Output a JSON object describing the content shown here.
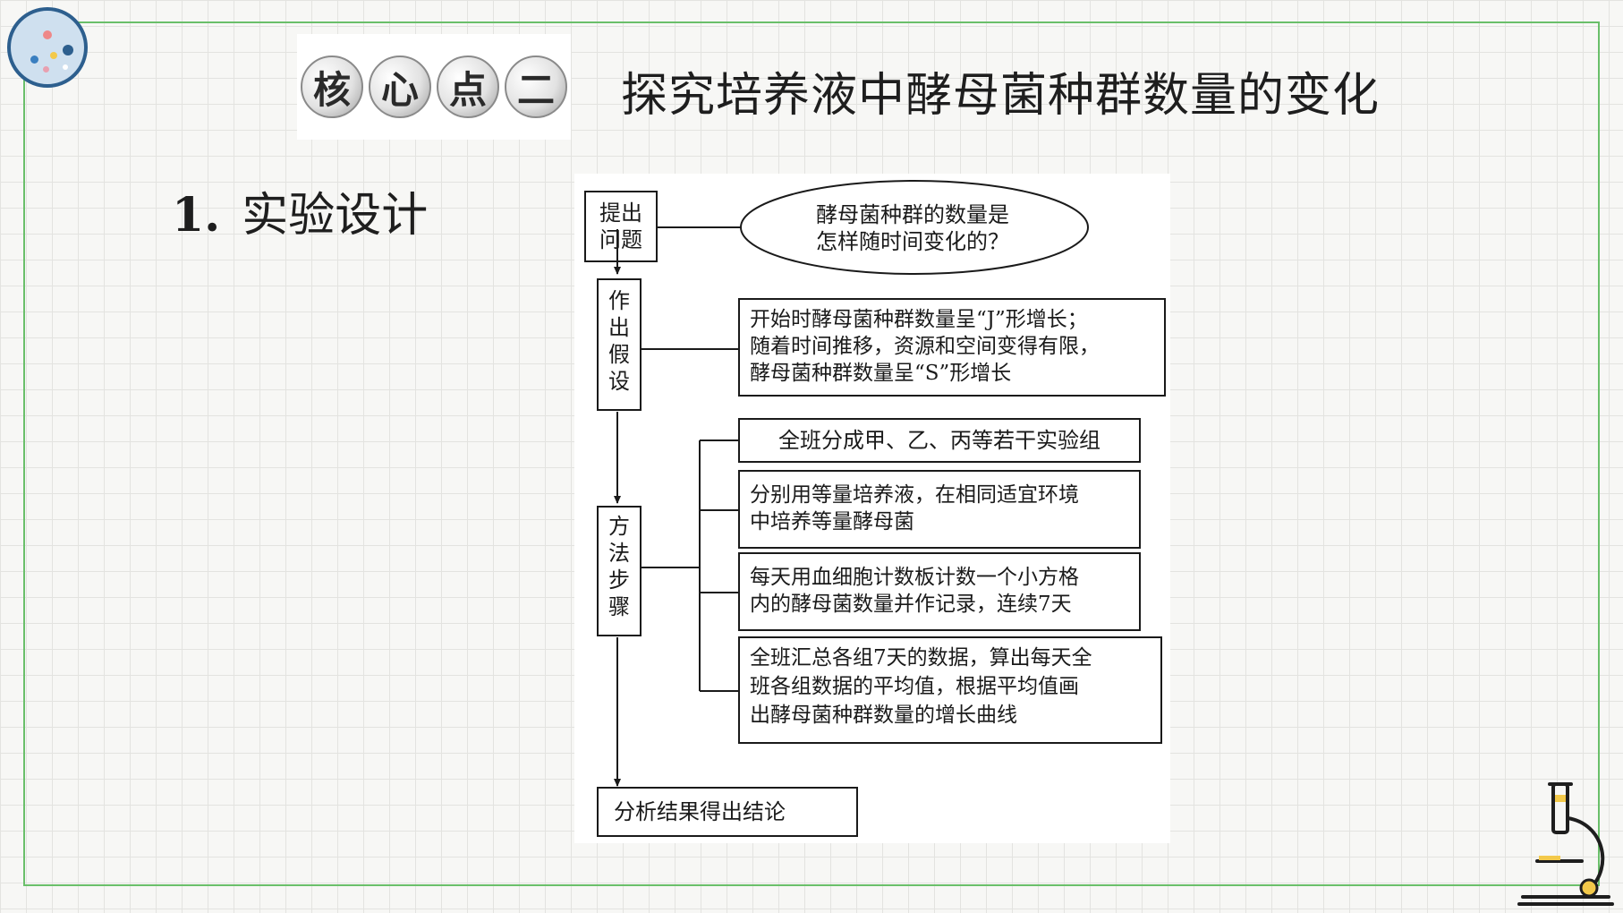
{
  "badge": {
    "chars": [
      "核",
      "心",
      "点",
      "二"
    ]
  },
  "title": "探究培养液中酵母菌种群数量的变化",
  "section": {
    "number": "1.",
    "label": "实验设计"
  },
  "flowchart": {
    "question": {
      "label_lines": [
        "提出",
        "问题"
      ],
      "content_lines": [
        "酵母菌种群的数量是",
        "怎样随时间变化的？"
      ]
    },
    "hypothesis": {
      "label_lines": [
        "作",
        "出",
        "假",
        "设"
      ],
      "content_lines": [
        "开始时酵母菌种群数量呈“J”形增长；",
        "随着时间推移，资源和空间变得有限，",
        "酵母菌种群数量呈“S”形增长"
      ]
    },
    "method": {
      "label_lines": [
        "方",
        "法",
        "步",
        "骤"
      ],
      "steps": [
        {
          "lines": [
            "全班分成甲、乙、丙等若干实验组"
          ]
        },
        {
          "lines": [
            "分别用等量培养液，在相同适宜环境",
            "中培养等量酵母菌"
          ]
        },
        {
          "lines": [
            "每天用血细胞计数板计数一个小方格",
            "内的酵母菌数量并作记录，连续7天"
          ]
        },
        {
          "lines": [
            "全班汇总各组7天的数据，算出每天全",
            "班各组数据的平均值，根据平均值画",
            "出酵母菌种群数量的增长曲线"
          ]
        }
      ]
    },
    "conclusion": "分析结果得出结论"
  },
  "colors": {
    "frame": "#6abf6a",
    "deco_border": "#2d5f8e",
    "deco_fill": "#cfe0ef"
  },
  "icons": [
    "petri-dish-icon",
    "microscope-icon"
  ]
}
